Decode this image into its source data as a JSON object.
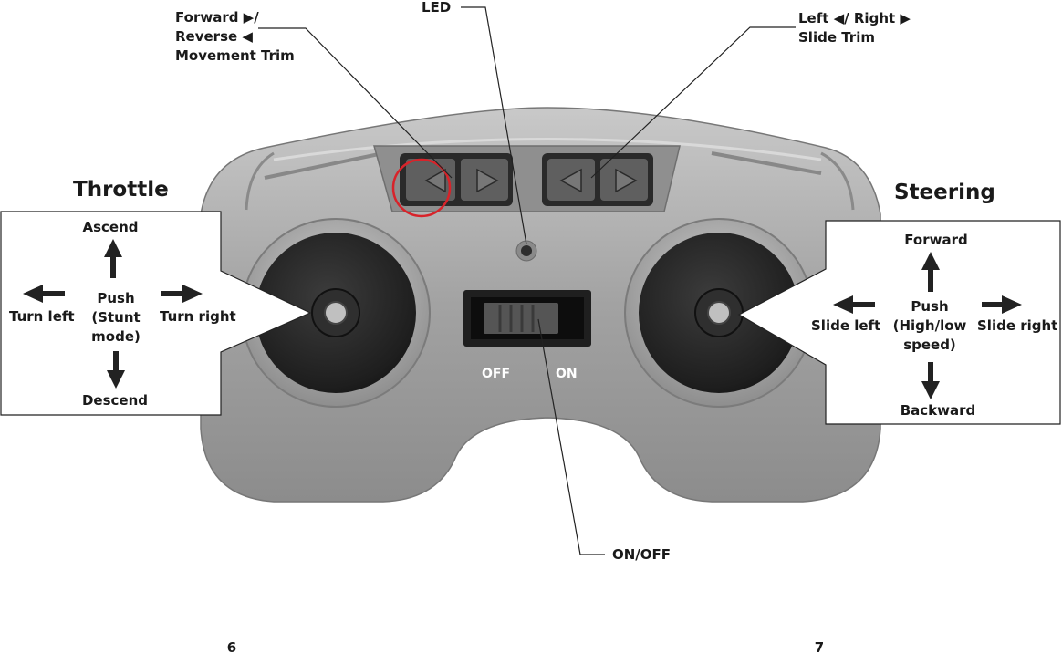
{
  "callouts": {
    "fwd_rev_trim": [
      "Forward ▶/",
      "Reverse ◀",
      "Movement Trim"
    ],
    "led": "LED",
    "slide_trim": [
      "Left ◀/ Right ▶",
      "Slide Trim"
    ],
    "on_off": "ON/OFF"
  },
  "switch": {
    "off": "OFF",
    "on": "ON"
  },
  "throttle": {
    "title": "Throttle",
    "up": "Ascend",
    "down": "Descend",
    "left": "Turn left",
    "right": "Turn right",
    "center": [
      "Push",
      "(Stunt",
      "mode)"
    ]
  },
  "steering": {
    "title": "Steering",
    "up": "Forward",
    "down": "Backward",
    "left": "Slide left",
    "right": "Slide right",
    "center": [
      "Push",
      "(High/low",
      "speed)"
    ]
  },
  "page_numbers": {
    "left": "6",
    "right": "7"
  },
  "colors": {
    "body": "#a3a3a3",
    "stick": "#2b2b2b",
    "highlight_ring": "#d8232a",
    "text": "#1a1a1a"
  }
}
